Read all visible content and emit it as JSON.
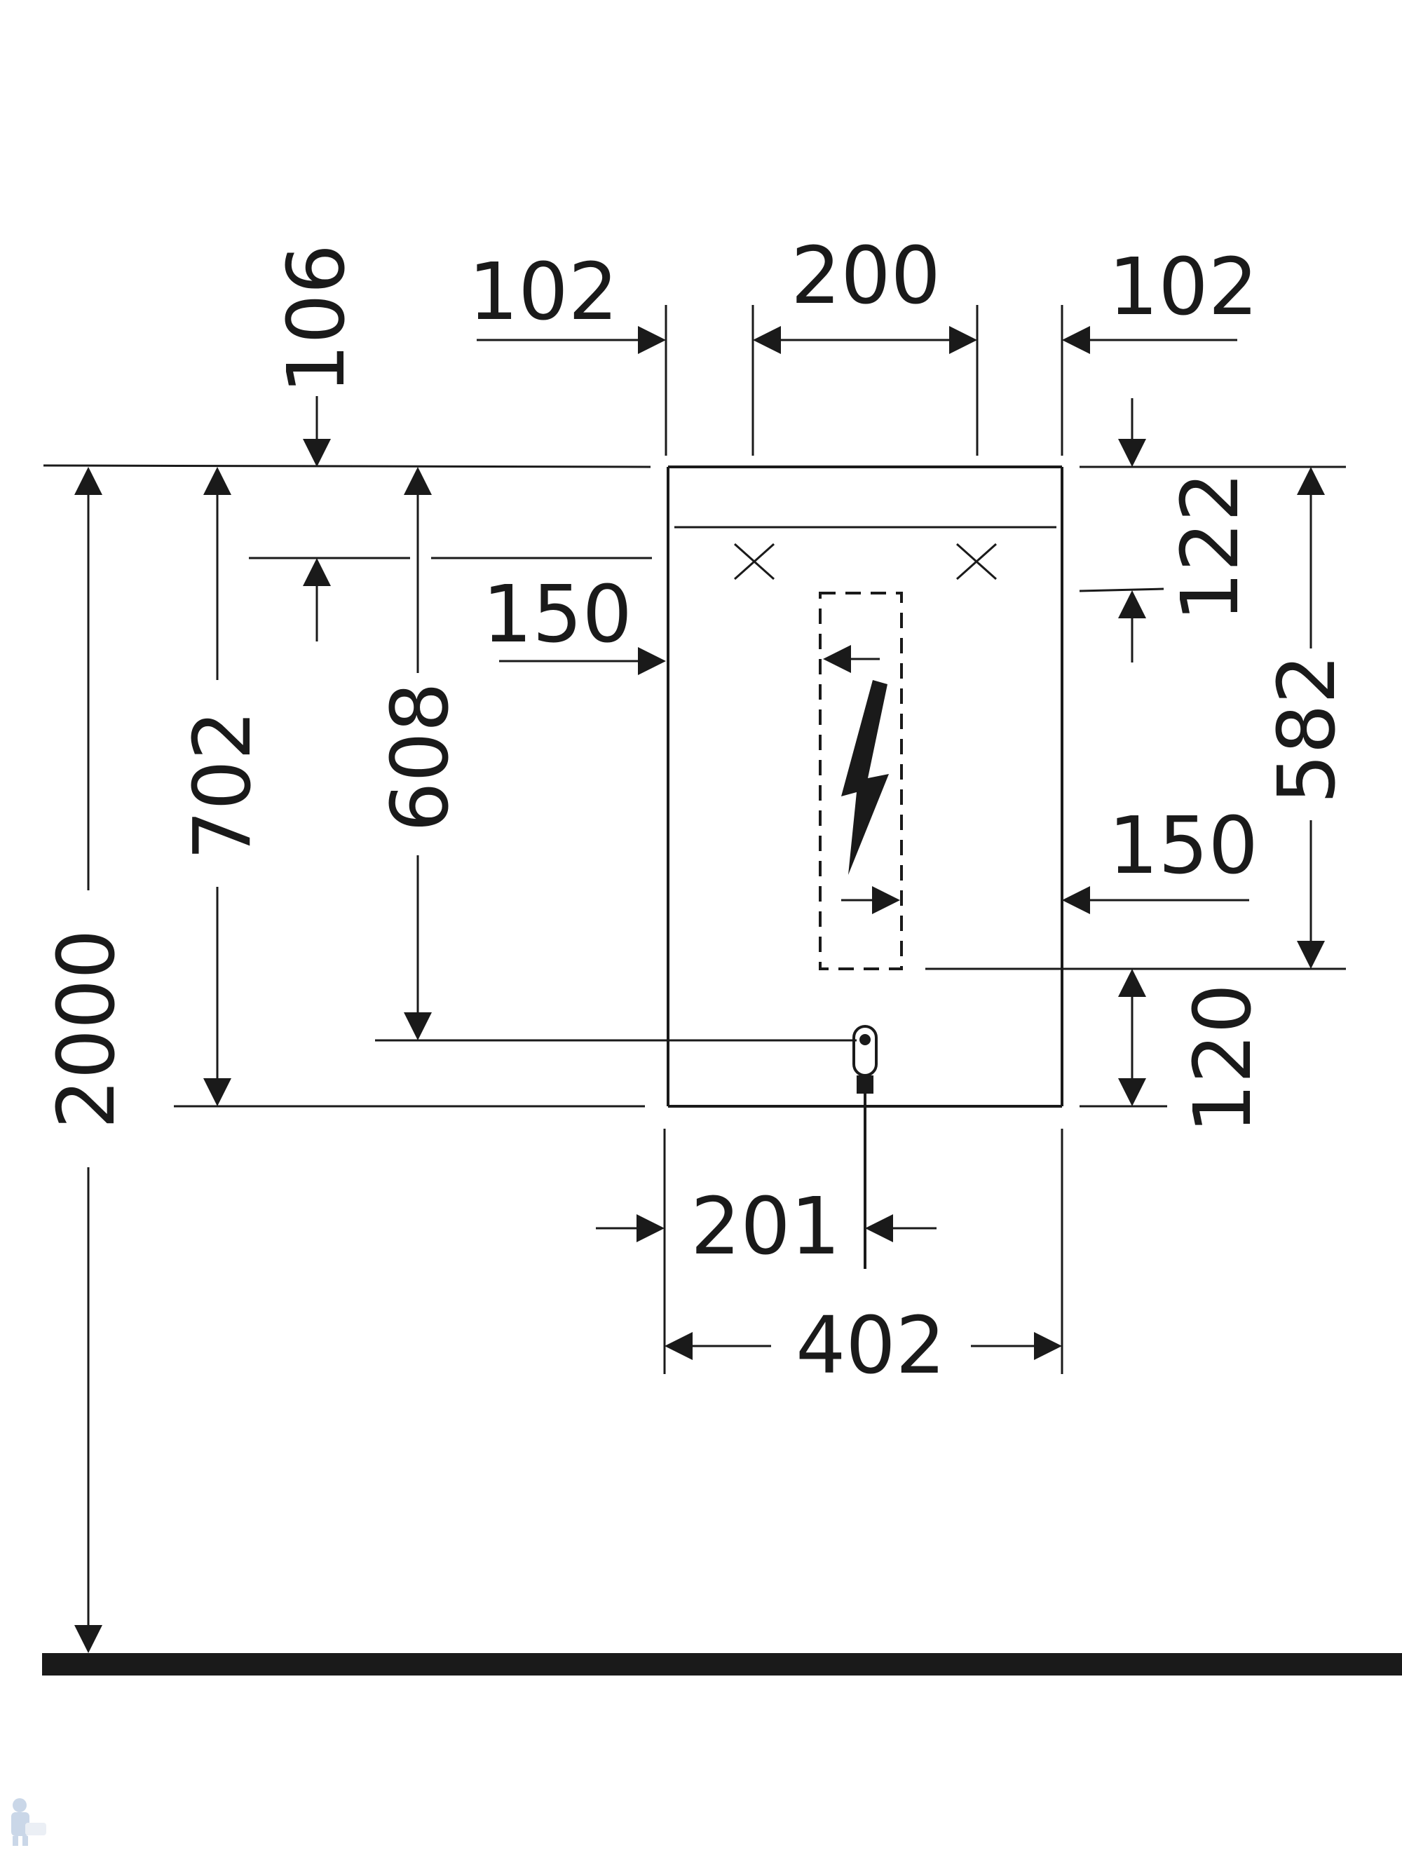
{
  "dimensions": {
    "top_offset": "106",
    "left_margin": "102",
    "fixing_spacing": "200",
    "right_margin": "102",
    "left_offset_150": "150",
    "right_offset_150": "150",
    "top_to_power": "122",
    "power_to_bottom": "582",
    "top_to_drain": "608",
    "cabinet_height": "702",
    "floor_to_top": "2000",
    "drain_rise": "120",
    "drain_offset": "201",
    "cabinet_width": "402"
  },
  "colors": {
    "line": "#1a1a1a",
    "background": "#ffffff"
  },
  "icons": {
    "power": "lightning-bolt-icon",
    "drain": "drain-pipe-icon",
    "fixing": "fixing-point-x-icon",
    "watermark": "plumber-mascot-icon"
  }
}
